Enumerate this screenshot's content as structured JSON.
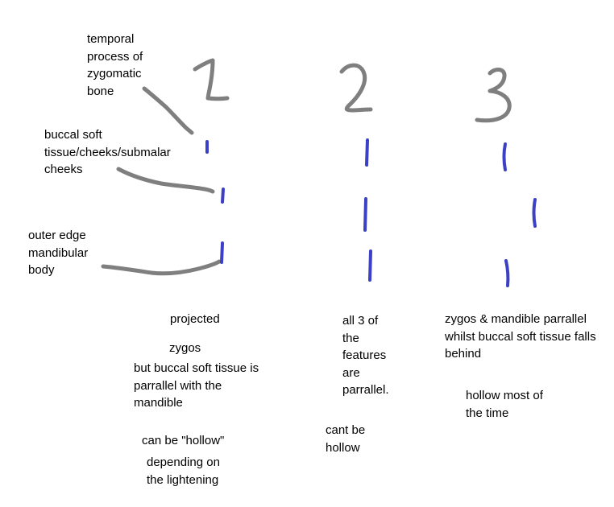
{
  "colors": {
    "background": "#ffffff",
    "text": "#000000",
    "pointer_stroke": "#7f7f7f",
    "numeral_stroke": "#7f7f7f",
    "profile_mark": "#3b40c4"
  },
  "labels": {
    "temporal_process": "temporal\nprocess of\nzygomatic\nbone",
    "buccal_soft_tissue": "buccal soft\ntissue/cheeks/submalar\ncheeks",
    "outer_edge_mandible": "outer edge\nmandibular\nbody"
  },
  "columns": [
    {
      "number": "1",
      "notes": [
        "projected",
        "zygos",
        "but buccal soft tissue is\nparrallel with the\nmandible",
        "can be \"hollow\"",
        "depending on\nthe lightening"
      ]
    },
    {
      "number": "2",
      "notes": [
        "all 3 of\nthe\nfeatures\nare\nparrallel.",
        "cant be\nhollow"
      ]
    },
    {
      "number": "3",
      "notes": [
        "zygos & mandible parrallel\nwhilst buccal soft tissue falls\nbehind",
        "hollow most of\nthe time"
      ]
    }
  ]
}
